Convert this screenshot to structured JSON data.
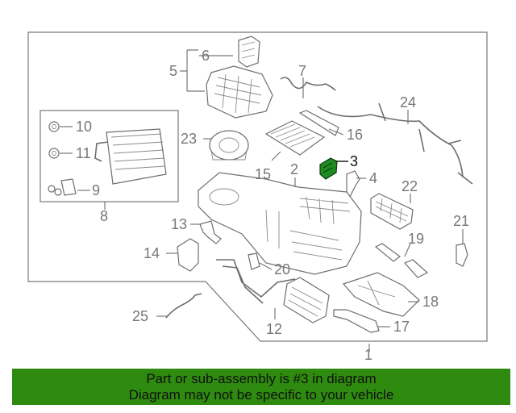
{
  "callouts": {
    "c1": "1",
    "c2": "2",
    "c3": "3",
    "c4": "4",
    "c5": "5",
    "c6": "6",
    "c7": "7",
    "c8": "8",
    "c9": "9",
    "c10": "10",
    "c11": "11",
    "c12": "12",
    "c13": "13",
    "c14": "14",
    "c15": "15",
    "c16": "16",
    "c17": "17",
    "c18": "18",
    "c19": "19",
    "c20": "20",
    "c21": "21",
    "c22": "22",
    "c23": "23",
    "c24": "24",
    "c25": "25"
  },
  "highlighted_part": "3",
  "colors": {
    "highlight": "#1f8a1f",
    "banner": "#2e8b0f",
    "line": "#6e6e6e"
  },
  "banner": {
    "line1": "Part or sub-assembly is #3 in diagram",
    "line2": "Diagram may not be specific to your vehicle"
  }
}
